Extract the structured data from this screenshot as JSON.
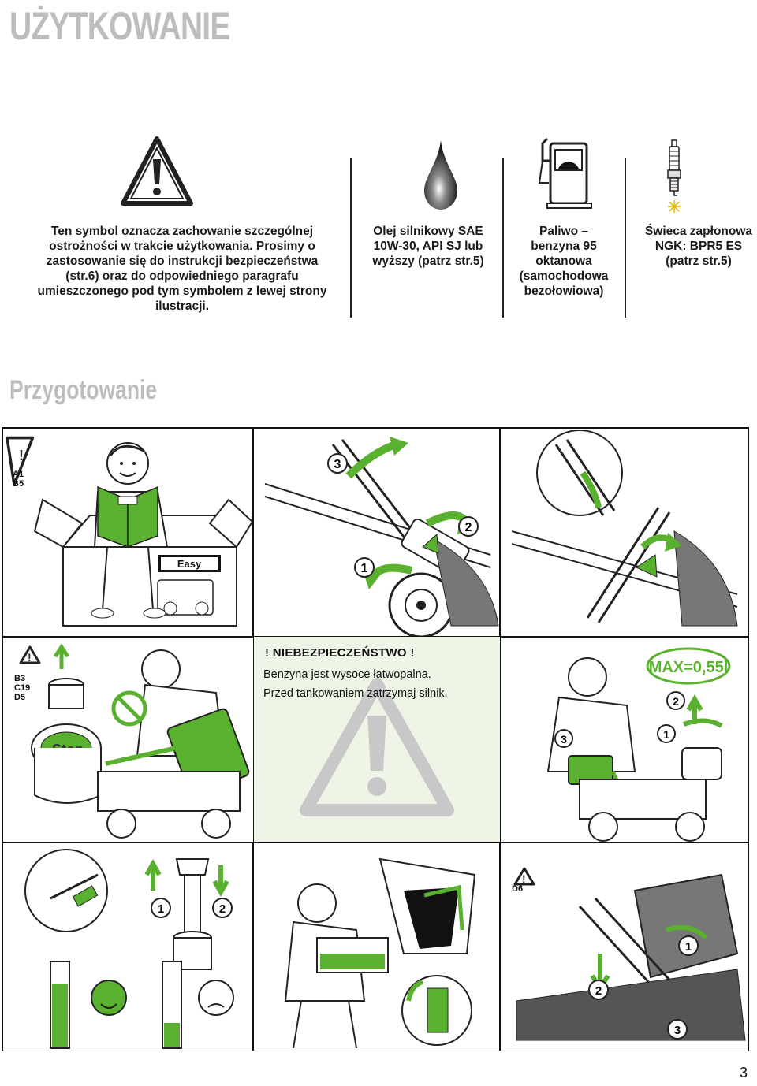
{
  "header": {
    "title": "UŻYTKOWANIE"
  },
  "symbols": {
    "warning_text": [
      "Ten symbol oznacza zachowanie szczególnej",
      "ostrożności w trakcie użytkowania. Prosimy o",
      "zastosowanie się do instrukcji bezpieczeństwa",
      "(str.6) oraz do odpowiedniego paragrafu",
      "umieszczonego pod  tym symbolem z lewej strony",
      "ilustracji."
    ],
    "oil_text": [
      "Olej silnikowy SAE",
      "10W-30, API SJ lub",
      "wyższy (patrz str.5)"
    ],
    "fuel_text": [
      "Paliwo –",
      "benzyna 95",
      "oktanowa",
      "(samochodowa",
      "bezołowiowa)"
    ],
    "plug_text": [
      "Świeca zapłonowa",
      "NGK: BPR5 ES",
      "(patrz str.5)"
    ]
  },
  "section": {
    "title": "Przygotowanie"
  },
  "panels": {
    "p1_codes": [
      "A1",
      "B5"
    ],
    "p4_codes": [
      "B3",
      "C19",
      "D5"
    ],
    "p9_codes": [
      "D6"
    ],
    "stop_label": "Stop",
    "max_label": "MAX=0,55l",
    "brand_label": "Easy",
    "step_numbers": [
      "1",
      "2",
      "3"
    ]
  },
  "warning": {
    "title": "! NIEBEZPIECZEŃSTWO !",
    "line1": "Benzyna jest wysoce łatwopalna.",
    "line2": "Przed tankowaniem zatrzymaj silnik."
  },
  "footer": {
    "page_number": "3"
  },
  "colors": {
    "accent_green": "#5ab02f",
    "title_grey": "#bdbdbd",
    "warn_bg": "#eef4e6"
  }
}
